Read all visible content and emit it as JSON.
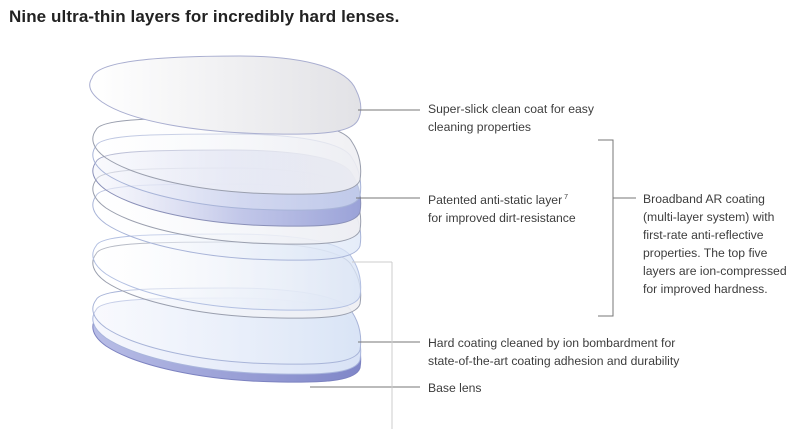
{
  "title": "Nine ultra-thin layers for incredibly hard lenses.",
  "labels": {
    "top_coat": [
      "Super-slick clean coat for easy",
      "cleaning properties"
    ],
    "anti_static": [
      "Patented anti-static layer",
      "for improved dirt-resistance"
    ],
    "anti_static_footnote": "7",
    "ar_coating": [
      "Broadband AR coating",
      "(multi-layer system) with",
      "first-rate anti-reflective",
      "properties. The top five",
      "layers are ion-compressed",
      "for improved hardness."
    ],
    "hard_coating": [
      "Hard coating cleaned by ion bombardment for",
      "state-of-the-art coating adhesion and durability"
    ],
    "base_lens": [
      "Base lens"
    ]
  },
  "colors": {
    "outline_light": "#a8b4d8",
    "outline_dark": "#8a90b8",
    "gray_edge": "#c7c7c9",
    "blue_fill": "#8890cc",
    "leader": "#777777"
  }
}
